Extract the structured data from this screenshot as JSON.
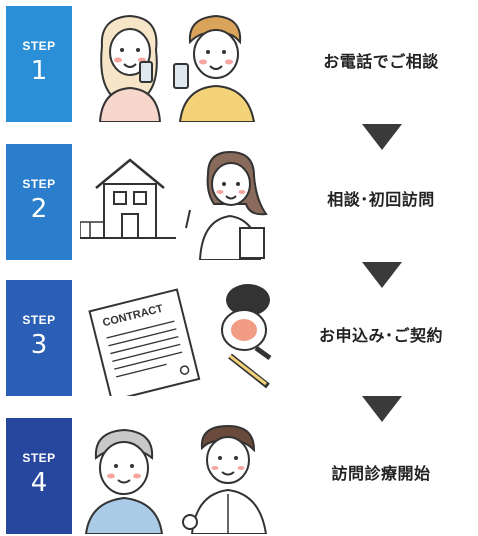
{
  "steps": [
    {
      "label": "STEP",
      "number": "1",
      "title": "お電話でご相談",
      "color": "#2a8fd6",
      "illustration": "phone-call-couple"
    },
    {
      "label": "STEP",
      "number": "2",
      "title": "相談･初回訪問",
      "color": "#2a7ecb",
      "illustration": "house-and-nurse"
    },
    {
      "label": "STEP",
      "number": "3",
      "title": "お申込み･ご契約",
      "color": "#2b5fb6",
      "illustration": "contract-and-seal"
    },
    {
      "label": "STEP",
      "number": "4",
      "title": "訪問診療開始",
      "color": "#27479f",
      "illustration": "patient-and-doctor"
    }
  ],
  "contract_text": "CONTRACT",
  "arrow_icon": "down-triangle-icon",
  "arrow_color": "#3a3a3a"
}
